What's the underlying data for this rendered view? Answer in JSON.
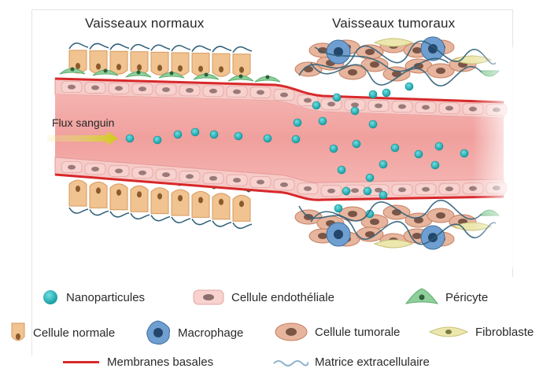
{
  "titles": {
    "normal": "Vaisseaux normaux",
    "tumor": "Vaisseaux tumoraux"
  },
  "flow_label": "Flux sanguin",
  "legend": {
    "nanoparticles": "Nanoparticules",
    "endothelial_cell": "Cellule endothéliale",
    "pericyte": "Péricyte",
    "normal_cell": "Cellule normale",
    "macrophage": "Macrophage",
    "tumor_cell": "Cellule tumorale",
    "fibroblast": "Fibroblaste",
    "basal_membranes": "Membranes basales",
    "extracellular_matrix": "Matrice extracellulaire"
  },
  "colors": {
    "nanoparticle": "#1bb3b8",
    "vessel": "#f2a4a4",
    "endothelial": "#f7d2cf",
    "membrane": "#d8282a",
    "pericyte": "#8fcf9c",
    "normal_cell": "#f1c391",
    "macrophage": "#6f9fd0",
    "tumor_cell": "#e7b59d",
    "fibroblast": "#ece7ae",
    "matrix": "#2f5f79",
    "flow_arrow": "#d4d21c"
  }
}
